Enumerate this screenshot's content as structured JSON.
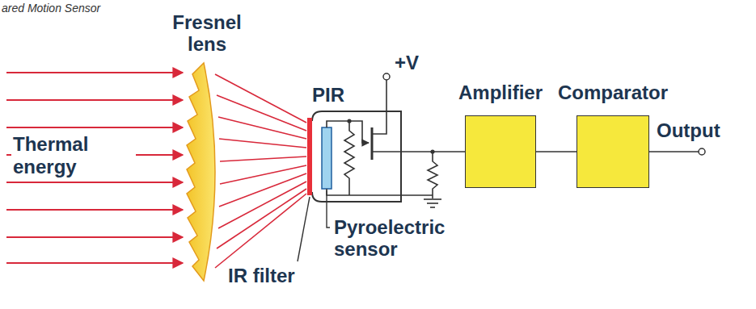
{
  "diagram": {
    "nodes": [
      {
        "text": [
          "Amplifier"
        ]
      },
      {
        "text": [
          "Comparator"
        ]
      }
    ],
    "edges": [
      {
        "from": 0,
        "to": 1,
        "arrow": "none"
      }
    ],
    "labels": [
      "ared Motion Sensor",
      "Fresnel lens",
      "Thermal energy",
      "PIR",
      "+V",
      "Output",
      "IR filter",
      "Pyroelectric sensor"
    ]
  }
}
